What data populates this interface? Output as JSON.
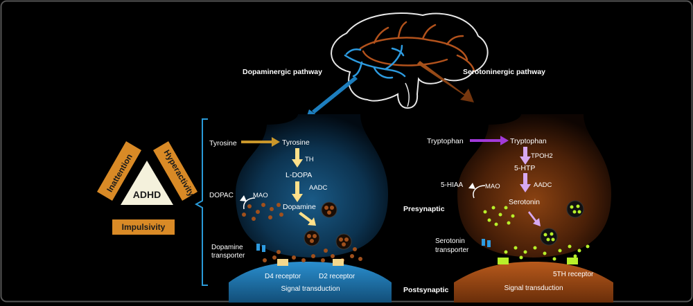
{
  "colors": {
    "background": "#000000",
    "frame": "#555555",
    "dopamine_accent": "#1e8fd6",
    "serotonin_accent": "#9a4a16",
    "orange_box": "#d98a26",
    "dopamine_arrow": "#ffe08a",
    "serotonin_arrow": "#d6a8f0",
    "tryptophan_arrow": "#a23ad9",
    "tyrosine_arrow": "#c9962a",
    "serotonin_vesicle": "#b8f02a",
    "dopamine_vesicle": "#a0501c"
  },
  "brain": {
    "dopaminergic_label": "Dopaminergic pathway",
    "serotoninergic_label": "Serotoninergic pathway"
  },
  "adhd": {
    "center": "ADHD",
    "left": "Inattention",
    "right": "Hyperactivity",
    "bottom": "Impulsivity"
  },
  "dopamine_synapse": {
    "tyrosine_outside": "Tyrosine",
    "tyrosine_inside": "Tyrosine",
    "th": "TH",
    "ldopa": "L-DOPA",
    "aadc": "AADC",
    "dopamine": "Dopamine",
    "dopac": "DOPAC",
    "mao": "MAO",
    "transporter_line1": "Dopamine",
    "transporter_line2": "transporter",
    "d4": "D4 receptor",
    "d2": "D2 receptor",
    "signal": "Signal transduction"
  },
  "serotonin_synapse": {
    "tryptophan_outside": "Tryptophan",
    "tryptophan_inside": "Tryptophan",
    "tpoh2": "TPOH2",
    "htp": "5-HTP",
    "aadc": "AADC",
    "serotonin": "Serotonin",
    "hiaa": "5-HIAA",
    "mao": "MAO",
    "transporter_line1": "Serotonin",
    "transporter_line2": "transporter",
    "receptor": "5TH receptor",
    "signal": "Signal transduction"
  },
  "labels": {
    "presynaptic": "Presynaptic",
    "postsynaptic": "Postsynaptic"
  }
}
